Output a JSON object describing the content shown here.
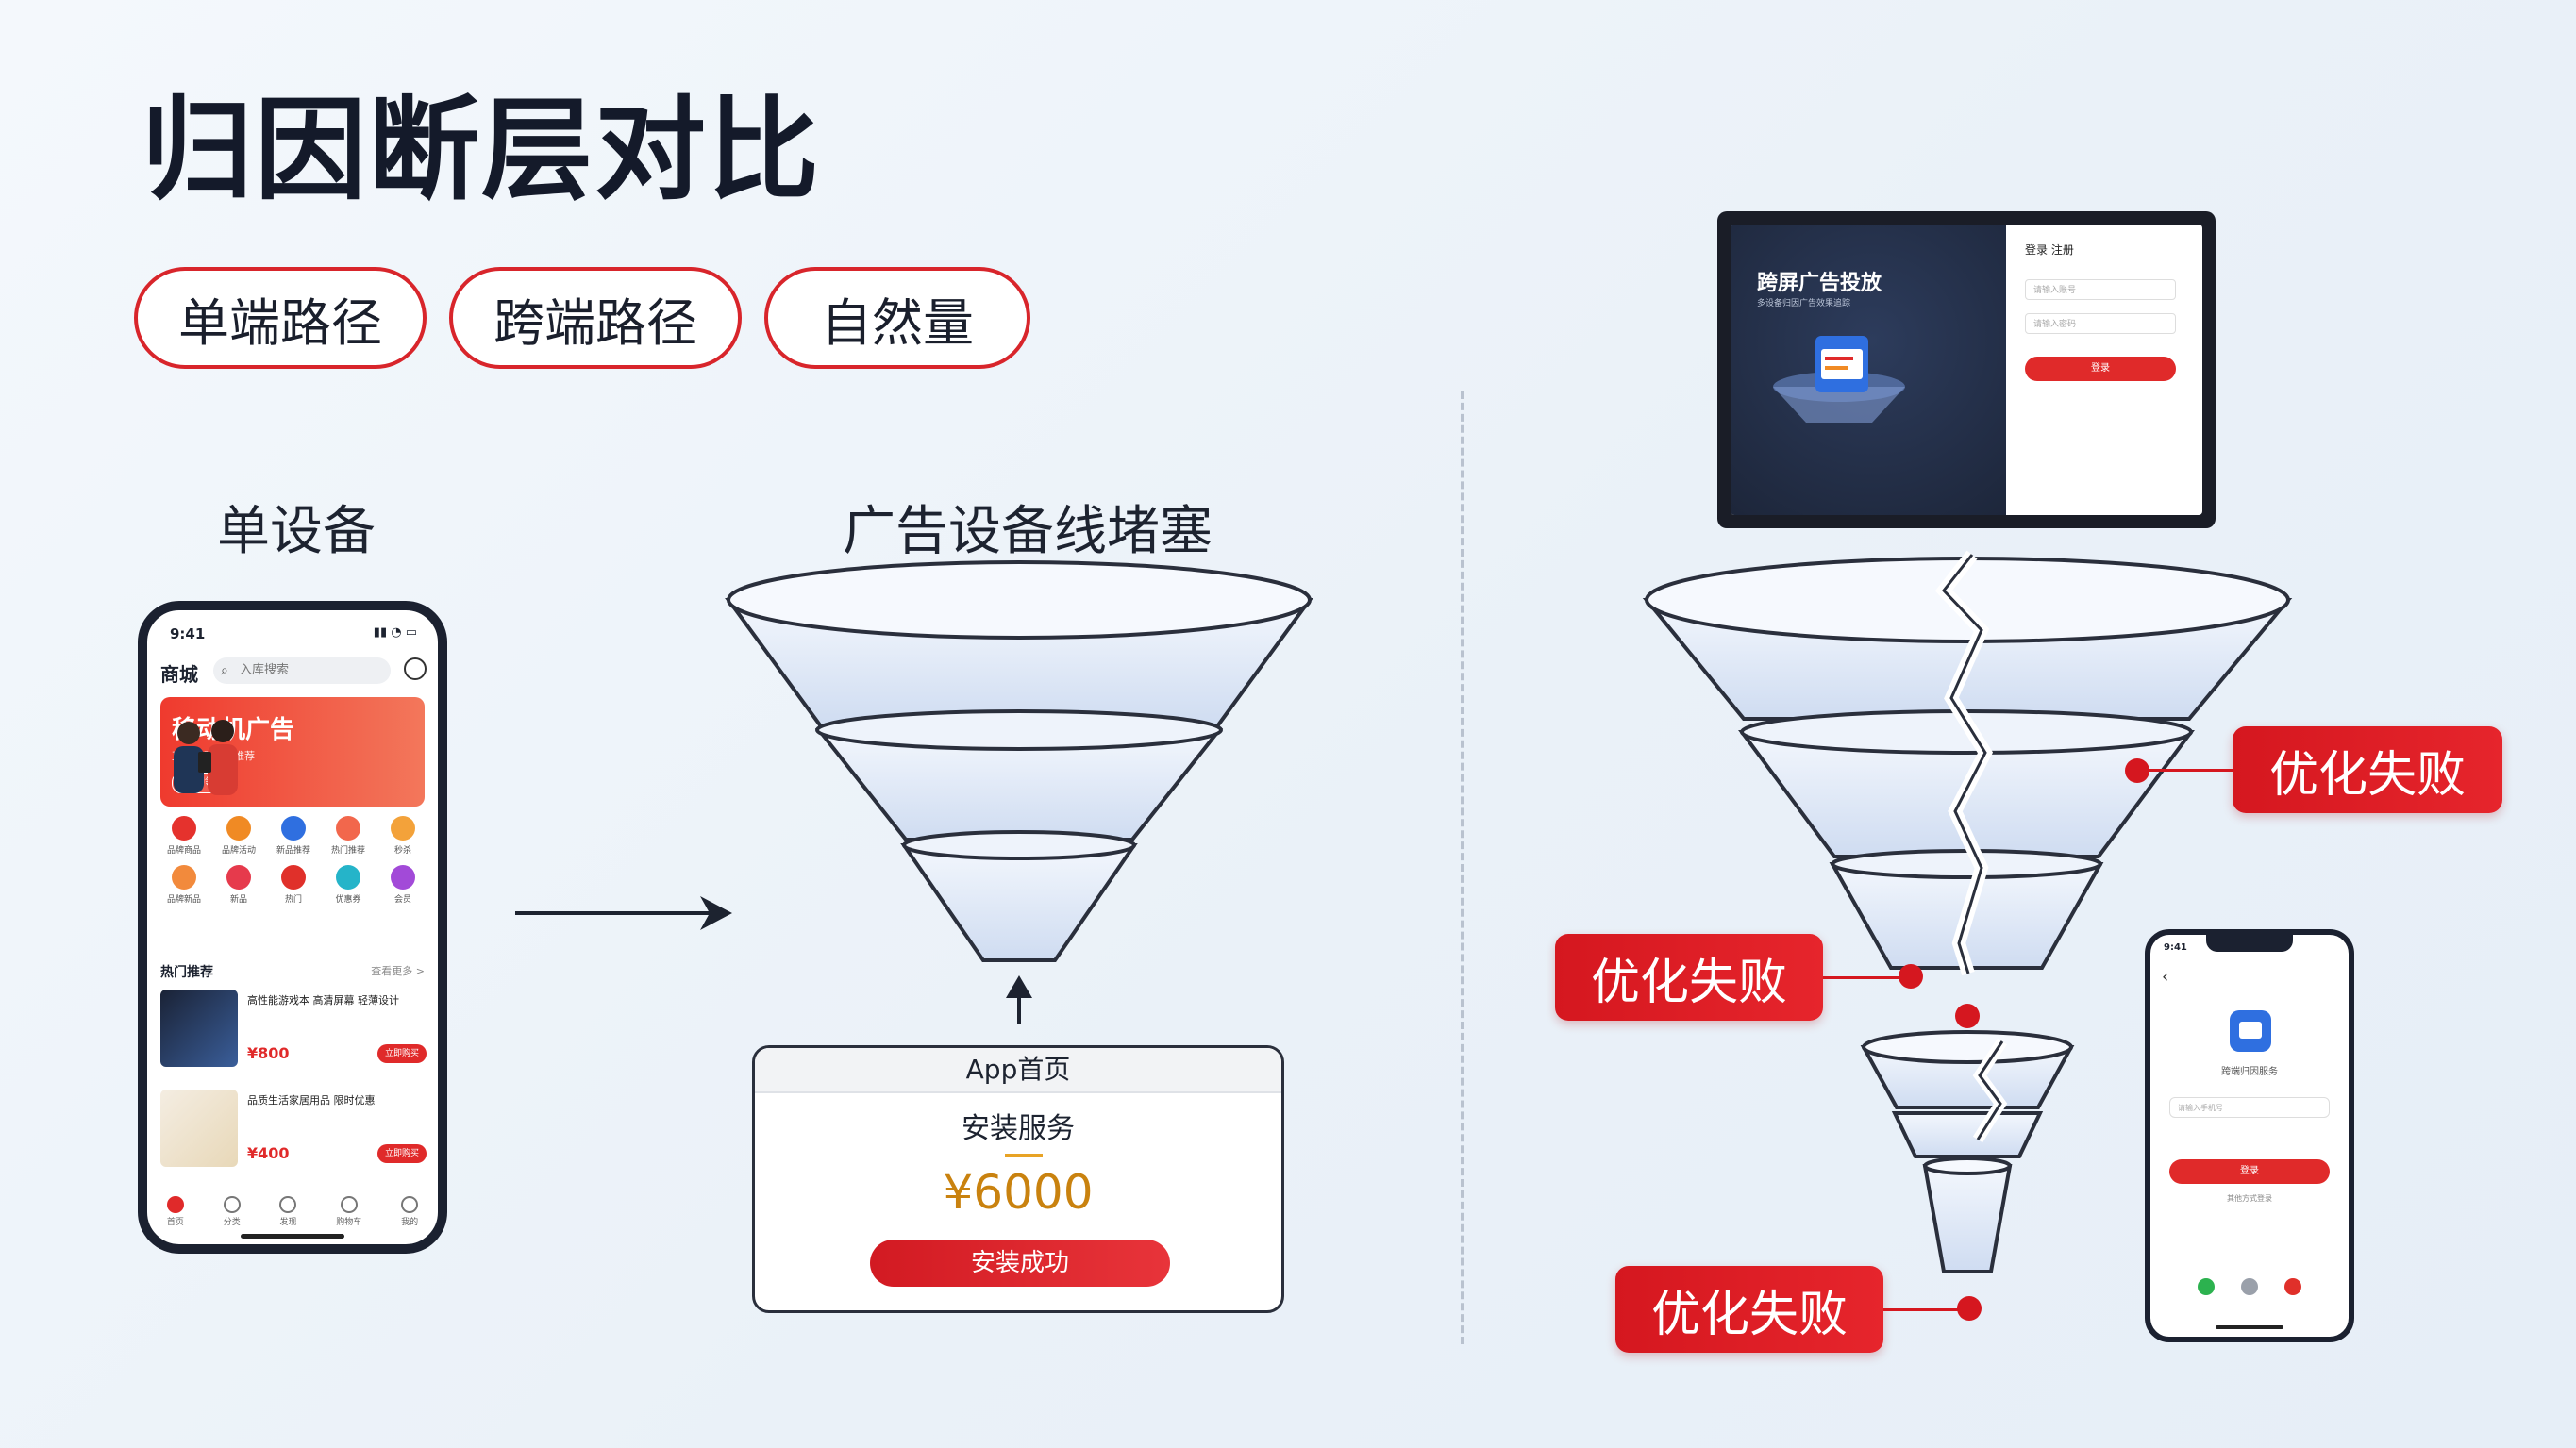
{
  "title": "归因断层对比",
  "tags": [
    "单端路径",
    "跨端路径",
    "自然量"
  ],
  "left": {
    "single_device_label": "单设备",
    "phone": {
      "time": "9:41",
      "store_name": "商城",
      "search_placeholder": "入库搜索",
      "banner_title": "移动机广告",
      "banner_sub": "直接显示商品推荐",
      "banner_button": "立即领取",
      "icons": [
        "品牌商品",
        "品牌活动",
        "新品推荐",
        "热门推荐",
        "秒杀",
        "品牌新品",
        "新品",
        "热门",
        "优惠券",
        "会员"
      ],
      "section_title": "热门推荐",
      "section_more": "查看更多 >",
      "items": [
        {
          "text": "高性能游戏本 高清屏幕 轻薄设计",
          "price": "¥800",
          "button": "立即购买"
        },
        {
          "text": "品质生活家居用品 限时优惠",
          "price": "¥400",
          "button": "立即购买"
        }
      ],
      "tabs": [
        "首页",
        "分类",
        "发现",
        "购物车",
        "我的"
      ]
    }
  },
  "middle": {
    "label": "广告设备线堵塞",
    "app_card": {
      "header": "App首页",
      "service": "安装服务",
      "price": "¥6000",
      "button": "安装成功"
    }
  },
  "right": {
    "laptop": {
      "title": "跨屏广告投放",
      "subtitle": "多设备归因广告效果追踪",
      "login_header": "登录  注册",
      "input1": "请输入账号",
      "input2": "请输入密码",
      "button": "登录"
    },
    "phone": {
      "time": "9:41",
      "app_name": "跨端归因服务",
      "input": "请输入手机号",
      "button": "登录",
      "note": "其他方式登录"
    },
    "fail_label": "优化失败"
  },
  "colors": {
    "accent": "#d5171f",
    "funnel_fill": "#e3ecf8",
    "funnel_stroke": "#2a2f3c"
  }
}
